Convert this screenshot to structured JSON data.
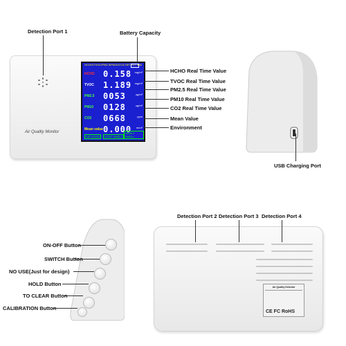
{
  "callouts": {
    "detection_port_1": "Detection Port 1",
    "battery_capacity": "Battery Capacity",
    "hcho": "HCHO Real Time Value",
    "tvoc": "TVOC Real Time Value",
    "pm25": "PM2.5 Real Time Value",
    "pm10": "PM10 Real Time Value",
    "co2": "CO2 Real Time Value",
    "mean": "Mean Value",
    "environment": "Environment",
    "usb": "USB Charging Port",
    "detection_port_2": "Detection Port 2",
    "detection_port_3": "Detection Port 3",
    "detection_port_4": "Detection Port 4",
    "on_off": "ON-OFF Button",
    "switch": "SWITCH Button",
    "no_use": "NO USE(Just for design)",
    "hold": "HOLD Button",
    "to_clear": "TO CLEAR Button",
    "calibration": "CALIBRATION Button"
  },
  "device_front": {
    "brand_text": "Air Quality Monitor",
    "screen_header": "HCHO/TVOC/PM2.5/PM10/CO2 DETECT 888",
    "rows": [
      {
        "tag": "HCHO",
        "value": "0.158",
        "unit": "mg/m³",
        "tag_color": "#ff3030"
      },
      {
        "tag": "TVOC",
        "value": "1.189",
        "unit": "mg/m³",
        "tag_color": "#ffffff"
      },
      {
        "tag": "PM2.5",
        "value": "0053",
        "unit": "ug/m³",
        "tag_color": "#40ff40"
      },
      {
        "tag": "PM10",
        "value": "0128",
        "unit": "ug/m³",
        "tag_color": "#40ff40"
      },
      {
        "tag": "CO2",
        "value": "0668",
        "unit": "ppm",
        "tag_color": "#40ff40"
      },
      {
        "tag": "Mean value",
        "value": "0.000",
        "unit": "m/m³",
        "tag_color": "#ffff00"
      }
    ],
    "env_labels": [
      "AIR GOOD",
      "LIGHT SMELL",
      "HEAVY SMELL"
    ]
  },
  "device_back": {
    "label_title": "Air Quality Detector",
    "marks": "CE FC RoHS"
  }
}
